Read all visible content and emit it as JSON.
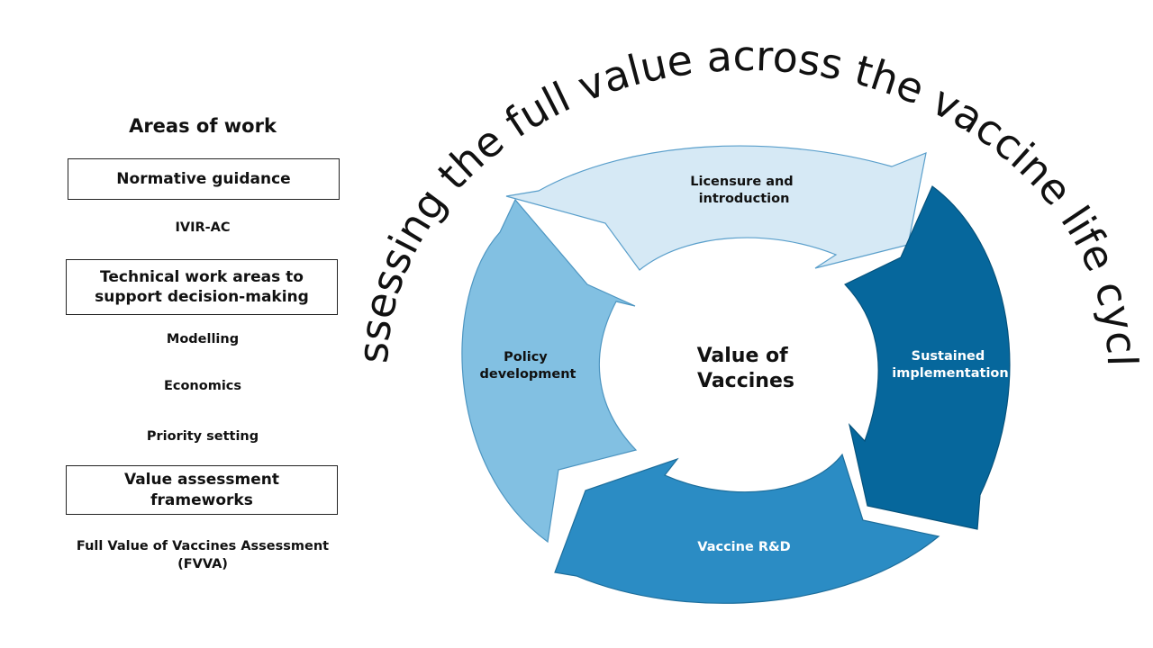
{
  "title": "Assessing the full value across the vaccine life cycle",
  "areas_of_work": {
    "heading": "Areas of work",
    "sections": [
      {
        "box": "Normative guidance",
        "items": [
          "IVIR-AC"
        ]
      },
      {
        "box": "Technical work areas to support decision-making",
        "items": [
          "Modelling",
          "Economics",
          "Priority setting"
        ]
      },
      {
        "box": "Value assessment frameworks",
        "items": [
          "Full Value of Vaccines Assessment (FVVA)"
        ]
      }
    ]
  },
  "cycle": {
    "center": "Value of Vaccines",
    "segments": [
      {
        "label": "Licensure and introduction",
        "color": "#d6e9f5"
      },
      {
        "label": "Sustained implementation",
        "color": "#06679c"
      },
      {
        "label": "Vaccine R&D",
        "color": "#2b8cc4"
      },
      {
        "label": "Policy development",
        "color": "#82c0e2"
      }
    ]
  }
}
